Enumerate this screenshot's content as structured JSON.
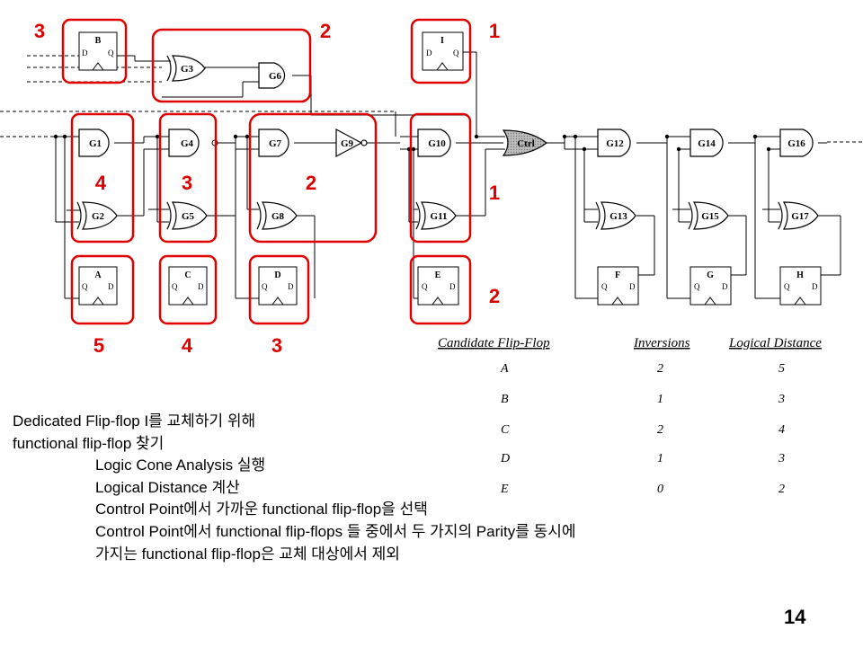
{
  "gates": {
    "g1": "G1",
    "g2": "G2",
    "g3": "G3",
    "g4": "G4",
    "g5": "G5",
    "g6": "G6",
    "g7": "G7",
    "g8": "G8",
    "g9": "G9",
    "g10": "G10",
    "g11": "G11",
    "g12": "G12",
    "g13": "G13",
    "g14": "G14",
    "g15": "G15",
    "g16": "G16",
    "g17": "G17",
    "ctrl": "Ctrl"
  },
  "flip_flops": {
    "a": "A",
    "b": "B",
    "c": "C",
    "d": "D",
    "e": "E",
    "f": "F",
    "g": "G",
    "h": "H",
    "i": "I",
    "pin_d": "D",
    "pin_q": "Q"
  },
  "distance_labels": {
    "b": "3",
    "g3g6": "2",
    "i": "1",
    "g1g2": "4",
    "g4g5": "3",
    "g7g9": "2",
    "g10g11": "1",
    "a": "5",
    "c": "4",
    "d": "3",
    "e": "2"
  },
  "table": {
    "headers": [
      "Candidate Flip-Flop",
      "Inversions",
      "Logical Distance"
    ],
    "rows": [
      [
        "A",
        "2",
        "5"
      ],
      [
        "B",
        "1",
        "3"
      ],
      [
        "C",
        "2",
        "4"
      ],
      [
        "D",
        "1",
        "3"
      ],
      [
        "E",
        "0",
        "2"
      ]
    ]
  },
  "notes": [
    "Dedicated Flip-flop I를 교체하기 위해",
    "functional flip-flop 찾기",
    "Logic Cone Analysis 실행",
    "Logical Distance 계산",
    "Control Point에서 가까운 functional flip-flop을 선택",
    "Control Point에서 functional flip-flops 들 중에서 두 가지의 Parity를 동시에",
    "가지는 functional flip-flop은 교체 대상에서 제외"
  ],
  "page_number": "14",
  "colors": {
    "highlight": "#e00000",
    "ctrl_fill": "#a9a9a9",
    "wire": "#000000"
  }
}
